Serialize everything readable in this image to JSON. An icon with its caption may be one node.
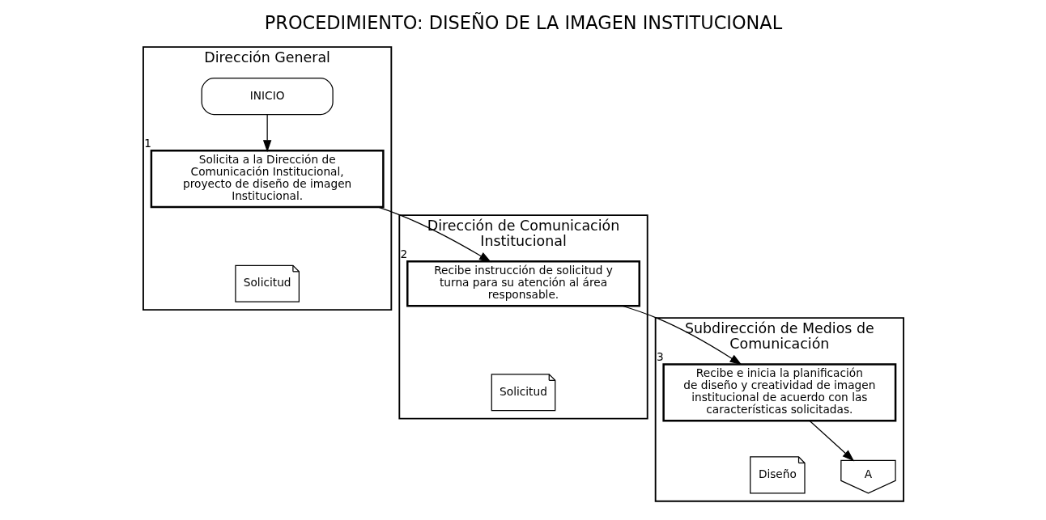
{
  "diagram": {
    "title": "PROCEDIMIENTO: DISEÑO DE LA IMAGEN INSTITUCIONAL",
    "nodes": [
      {
        "text": [
          "Dirección General"
        ]
      },
      {
        "text": [
          "Dirección de Comunicación Institucional"
        ]
      },
      {
        "text": [
          "Subdirección de Medios de Comunicación"
        ]
      },
      {
        "text": [
          "INICIO"
        ],
        "in": 0
      },
      {
        "text": [
          "Solicita a la Dirección de Comunicación Institucional, proyecto de diseño de imagen Institucional."
        ],
        "in": 0,
        "beside": [
          "1"
        ]
      },
      {
        "text": [
          "Solicitud"
        ],
        "in": 0
      },
      {
        "text": [
          "Recibe instrucción de solicitud y turna para su atención al área responsable."
        ],
        "in": 1,
        "beside": [
          "2"
        ]
      },
      {
        "text": [
          "Solicitud"
        ],
        "in": 1
      },
      {
        "text": [
          "Recibe e inicia la planificación de diseño y creatividad de imagen institucional de acuerdo con las características solicitadas."
        ],
        "in": 2,
        "beside": [
          "3"
        ]
      },
      {
        "text": [
          "Diseño"
        ],
        "in": 2
      },
      {
        "text": [
          "A"
        ],
        "in": 2
      }
    ],
    "edges": [
      {
        "from": 3,
        "to": 4,
        "arrow": "to"
      },
      {
        "from": 4,
        "to": 6,
        "arrow": "to"
      },
      {
        "from": 6,
        "to": 8,
        "arrow": "to"
      },
      {
        "from": 8,
        "to": 10,
        "arrow": "to"
      }
    ]
  }
}
